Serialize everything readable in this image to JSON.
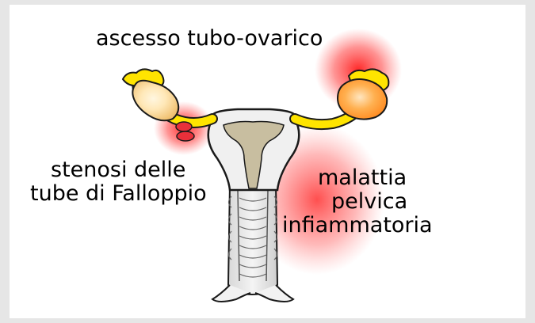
{
  "labels": {
    "tubo_ovarian_abscess": "ascesso tubo-ovarico",
    "tubal_stenosis_line1": "stenosi delle",
    "tubal_stenosis_line2": "tube di Falloppio",
    "pid_line1": "malattia",
    "pid_line2": "pelvica",
    "pid_line3": "infiammatoria"
  },
  "colors": {
    "background": "#e6e6e6",
    "panel": "#ffffff",
    "tube_yellow": "#ffe400",
    "ovary_orange": "#ffb21a",
    "inflammation_red": "#ff2020",
    "uterus_tan": "#c8bea0",
    "outline": "#1a1a1a"
  }
}
